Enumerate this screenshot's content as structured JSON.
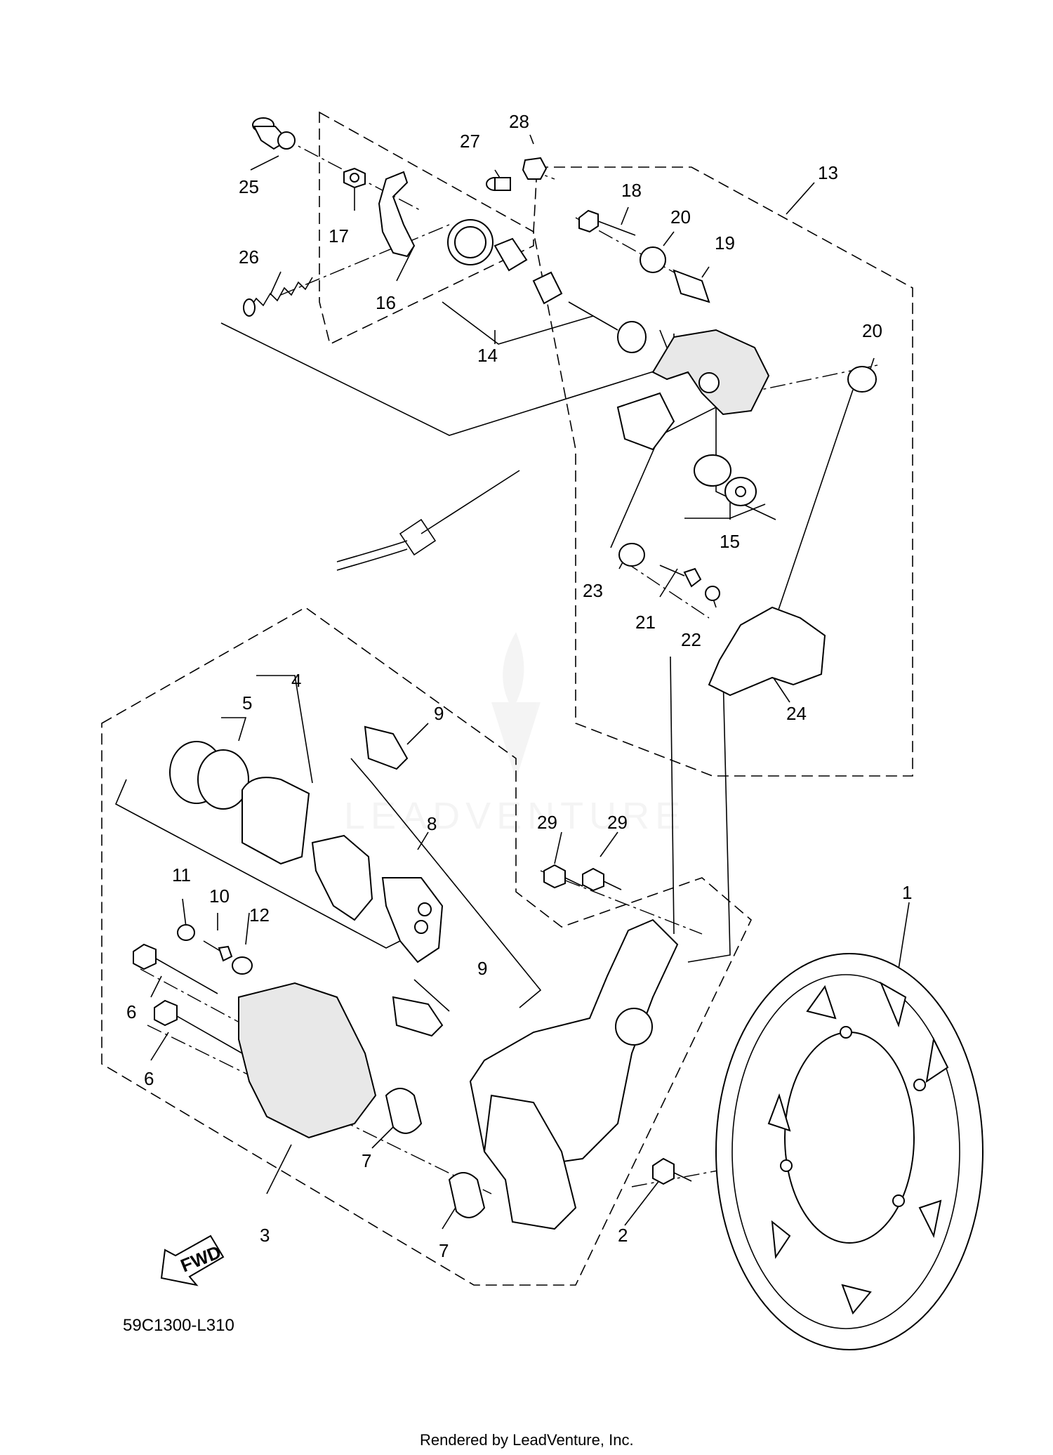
{
  "callouts": [
    {
      "id": "1",
      "text": "1"
    },
    {
      "id": "2",
      "text": "2"
    },
    {
      "id": "3",
      "text": "3"
    },
    {
      "id": "4",
      "text": "4"
    },
    {
      "id": "5",
      "text": "5"
    },
    {
      "id": "6a",
      "text": "6"
    },
    {
      "id": "6b",
      "text": "6"
    },
    {
      "id": "7a",
      "text": "7"
    },
    {
      "id": "7b",
      "text": "7"
    },
    {
      "id": "8",
      "text": "8"
    },
    {
      "id": "9a",
      "text": "9"
    },
    {
      "id": "9b",
      "text": "9"
    },
    {
      "id": "10",
      "text": "10"
    },
    {
      "id": "11",
      "text": "11"
    },
    {
      "id": "12",
      "text": "12"
    },
    {
      "id": "13",
      "text": "13"
    },
    {
      "id": "14",
      "text": "14"
    },
    {
      "id": "15",
      "text": "15"
    },
    {
      "id": "16",
      "text": "16"
    },
    {
      "id": "17",
      "text": "17"
    },
    {
      "id": "18",
      "text": "18"
    },
    {
      "id": "19",
      "text": "19"
    },
    {
      "id": "20a",
      "text": "20"
    },
    {
      "id": "20b",
      "text": "20"
    },
    {
      "id": "21",
      "text": "21"
    },
    {
      "id": "22",
      "text": "22"
    },
    {
      "id": "23",
      "text": "23"
    },
    {
      "id": "24",
      "text": "24"
    },
    {
      "id": "25",
      "text": "25"
    },
    {
      "id": "26",
      "text": "26"
    },
    {
      "id": "27",
      "text": "27"
    },
    {
      "id": "28",
      "text": "28"
    },
    {
      "id": "29a",
      "text": "29"
    },
    {
      "id": "29b",
      "text": "29"
    }
  ],
  "diagram_code": "59C1300-L310",
  "fwd_label": "FWD",
  "credit": "Rendered by LeadVenture, Inc.",
  "watermark": "LEADVENTURE"
}
